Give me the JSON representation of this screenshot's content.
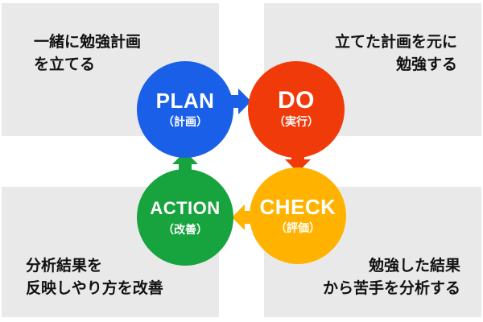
{
  "cycle": {
    "plan": {
      "title": "PLAN",
      "sub": "（計画）",
      "lines": [
        "一緒に勉強計画",
        "を立てる"
      ]
    },
    "do": {
      "title": "DO",
      "sub": "（実行）",
      "lines": [
        "立てた計画を元に",
        "勉強する"
      ]
    },
    "check": {
      "title": "CHECK",
      "sub": "（評価）",
      "lines": [
        "勉強した結果",
        "から苦手を分析する"
      ]
    },
    "action": {
      "title": "ACTION",
      "sub": "（改善）",
      "lines": [
        "分析結果を",
        "反映しやり方を改善"
      ]
    }
  },
  "colors": {
    "plan": "#1a5fe8",
    "do": "#f03a0a",
    "check": "#ffb300",
    "action": "#17a33e",
    "box": "#e9e9e9"
  }
}
